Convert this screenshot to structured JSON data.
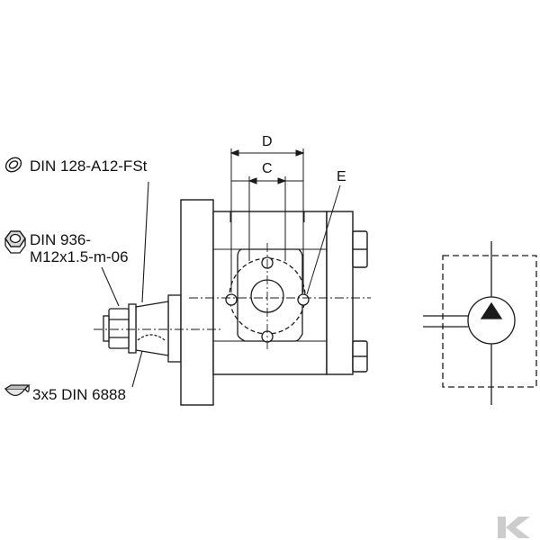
{
  "labels": {
    "washer": "DIN 128-A12-FSt",
    "nut_line1": "DIN 936-",
    "nut_line2": "M12x1.5-m-06",
    "key": "3x5 DIN 6888",
    "dim_d": "D",
    "dim_c": "C",
    "dim_e": "E"
  },
  "icons": {
    "washer": "spring-washer-icon",
    "nut": "hex-nut-icon",
    "key": "woodruff-key-icon",
    "symbol": "hydraulic-pump-symbol",
    "watermark": "brand-logo-k"
  },
  "colors": {
    "line": "#1a1a1a",
    "watermark": "#cccccc"
  }
}
